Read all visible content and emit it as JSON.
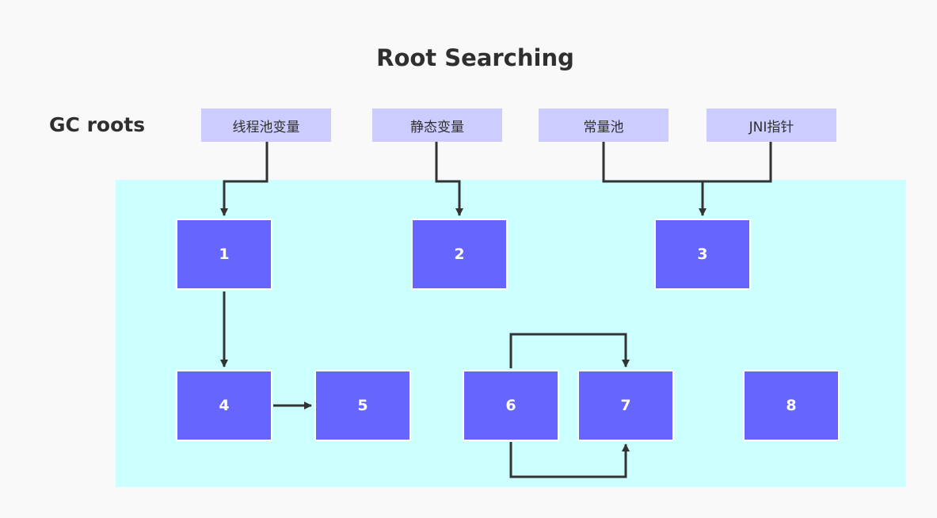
{
  "title": "Root Searching",
  "gc_roots_label": "GC roots",
  "roots": [
    {
      "id": "r1",
      "label": "线程池变量"
    },
    {
      "id": "r2",
      "label": "静态变量"
    },
    {
      "id": "r3",
      "label": "常量池"
    },
    {
      "id": "r4",
      "label": "JNI指针"
    }
  ],
  "nodes": [
    {
      "id": "n1",
      "label": "1"
    },
    {
      "id": "n2",
      "label": "2"
    },
    {
      "id": "n3",
      "label": "3"
    },
    {
      "id": "n4",
      "label": "4"
    },
    {
      "id": "n5",
      "label": "5"
    },
    {
      "id": "n6",
      "label": "6"
    },
    {
      "id": "n7",
      "label": "7"
    },
    {
      "id": "n8",
      "label": "8"
    }
  ],
  "edges": [
    {
      "from": "线程池变量",
      "to": "1"
    },
    {
      "from": "静态变量",
      "to": "2"
    },
    {
      "from": "常量池",
      "to": "3"
    },
    {
      "from": "JNI指针",
      "to": "3"
    },
    {
      "from": "1",
      "to": "4"
    },
    {
      "from": "4",
      "to": "5"
    },
    {
      "from": "6",
      "to": "7"
    },
    {
      "from": "6",
      "to": "7"
    }
  ],
  "colors": {
    "background": "#f9f9fa",
    "heap_region": "#ccffff",
    "root_box": "#ccccff",
    "object_node": "#6666ff",
    "arrow": "#333333"
  }
}
